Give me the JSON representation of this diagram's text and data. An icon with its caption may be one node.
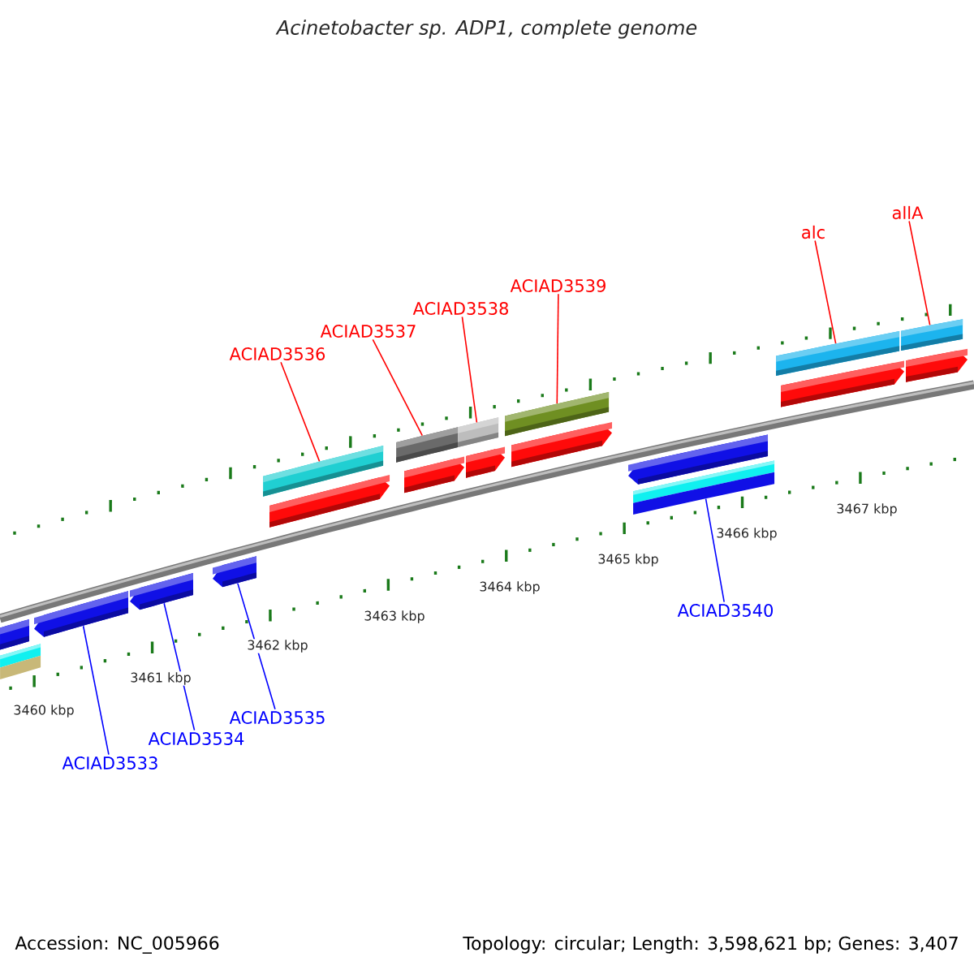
{
  "diagram": {
    "title": "Acinetobacter sp. ADP1, complete genome",
    "nodes": [
      {
        "text": [
          "ACIAD3536"
        ]
      },
      {
        "text": [
          "ACIAD3537"
        ]
      },
      {
        "text": [
          "ACIAD3538"
        ]
      },
      {
        "text": [
          "ACIAD3539"
        ]
      },
      {
        "text": [
          "alc"
        ]
      },
      {
        "text": [
          "allA"
        ]
      },
      {
        "text": [
          "ACIAD3533"
        ]
      },
      {
        "text": [
          "ACIAD3534"
        ]
      },
      {
        "text": [
          "ACIAD3535"
        ]
      },
      {
        "text": [
          "ACIAD3540"
        ]
      },
      {
        "text": [],
        "shape": "bar"
      },
      {
        "text": [],
        "shape": "bar"
      },
      {
        "text": [],
        "shape": "bar"
      },
      {
        "text": [],
        "shape": "bar"
      },
      {
        "text": [],
        "shape": "bar"
      },
      {
        "text": [],
        "shape": "bar"
      },
      {
        "text": [],
        "shape": "bar"
      },
      {
        "text": [],
        "shape": "bar"
      },
      {
        "text": [],
        "shape": "bar"
      },
      {
        "text": [],
        "shape": "bar"
      },
      {
        "text": [],
        "shape": "bar"
      },
      {
        "text": [],
        "shape": "bar"
      },
      {
        "text": [],
        "shape": "bar"
      },
      {
        "text": [],
        "shape": "bar"
      },
      {
        "text": [],
        "shape": "bar"
      },
      {
        "text": [],
        "shape": "bar"
      },
      {
        "text": [],
        "shape": "bar"
      },
      {
        "text": [],
        "shape": "bar"
      },
      {
        "text": [],
        "shape": "bar"
      }
    ],
    "edges": [
      {
        "from": 0,
        "to": 10,
        "arrow": "none"
      },
      {
        "from": 1,
        "to": 11,
        "arrow": "none"
      },
      {
        "from": 2,
        "to": 12,
        "arrow": "none"
      },
      {
        "from": 3,
        "to": 13,
        "arrow": "none"
      },
      {
        "from": 4,
        "to": 14,
        "arrow": "none"
      },
      {
        "from": 5,
        "to": 15,
        "arrow": "none"
      },
      {
        "from": 6,
        "to": 23,
        "arrow": "none",
        "color": "#0000ff"
      },
      {
        "from": 7,
        "to": 24,
        "arrow": "none",
        "color": "#0000ff"
      },
      {
        "from": 8,
        "to": 25,
        "arrow": "none",
        "color": "#0000ff"
      },
      {
        "from": 9,
        "to": 27,
        "arrow": "none",
        "color": "#0000ff"
      }
    ],
    "labels": [
      "3460 kbp",
      "3461 kbp",
      "3462 kbp",
      "3463 kbp",
      "3464 kbp",
      "3465 kbp",
      "3466 kbp",
      "3467 kbp",
      "Accession: NC_005966",
      "Topology: circular; Length: 3,598,621 bp; Genes: 3,407"
    ]
  }
}
